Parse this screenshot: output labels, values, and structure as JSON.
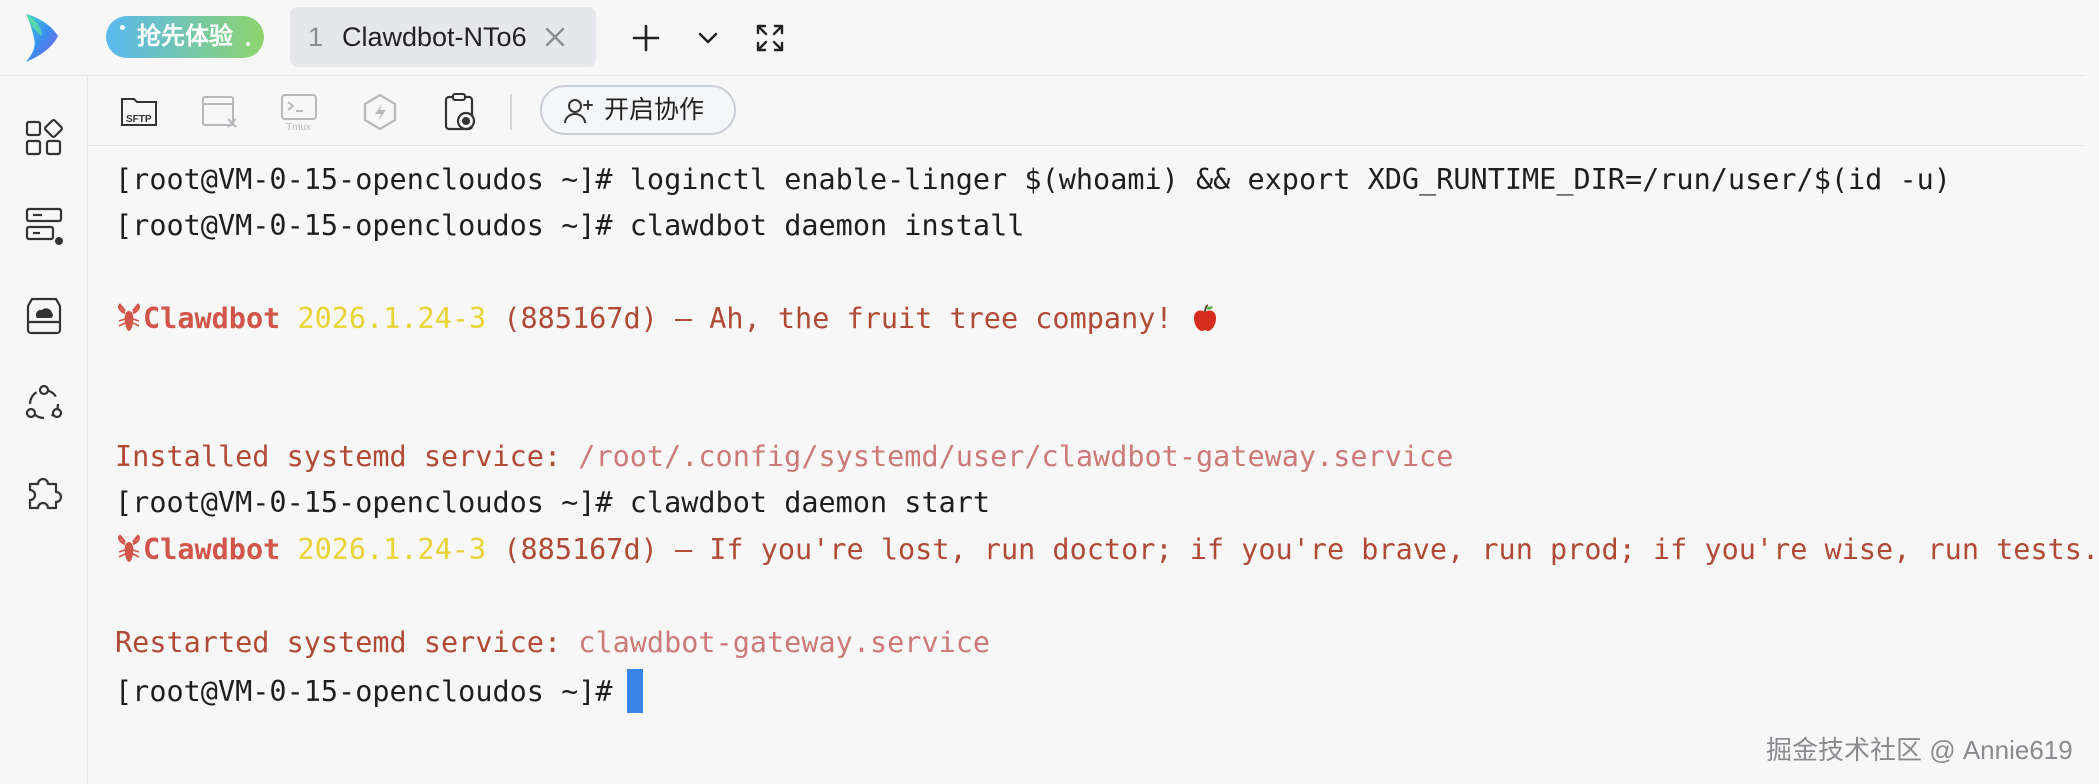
{
  "topbar": {
    "trial_label": "抢先体验",
    "tab": {
      "number": "1",
      "label": "Clawdbot-NTo6"
    }
  },
  "toolbar": {
    "sftp_label": "SFTP",
    "tmux_label": "Tmux",
    "collab_label": "开启协作"
  },
  "terminal": {
    "lines": [
      {
        "prompt": "[root@VM-0-15-opencloudos ~]#",
        "command": " loginctl enable-linger $(whoami) && export XDG_RUNTIME_DIR=/run/user/$(id -u)"
      },
      {
        "prompt": "[root@VM-0-15-opencloudos ~]#",
        "command": " clawdbot daemon install"
      },
      {
        "brand": "Clawdbot",
        "version": "2026.1.24-3",
        "tagline": " (885167d) — Ah, the fruit tree company! "
      },
      {
        "label": "Installed systemd service: ",
        "value": "/root/.config/systemd/user/clawdbot-gateway.service"
      },
      {
        "prompt": "[root@VM-0-15-opencloudos ~]#",
        "command": " clawdbot daemon start"
      },
      {
        "brand": "Clawdbot",
        "version": "2026.1.24-3",
        "tagline": " (885167d) — If you're lost, run doctor; if you're brave, run prod; if you're wise, run tests."
      },
      {
        "label": "Restarted systemd service: ",
        "value": "clawdbot-gateway.service"
      },
      {
        "prompt": "[root@VM-0-15-opencloudos ~]#",
        "command": ""
      }
    ]
  },
  "watermark": "掘金技术社区 @ Annie619",
  "colors": {
    "accent_cursor": "#3b83e6",
    "brand_red": "#d2554a",
    "version_yellow": "#e8d234",
    "tag_brown": "#b04a35",
    "path_pink": "#cc7a78"
  }
}
